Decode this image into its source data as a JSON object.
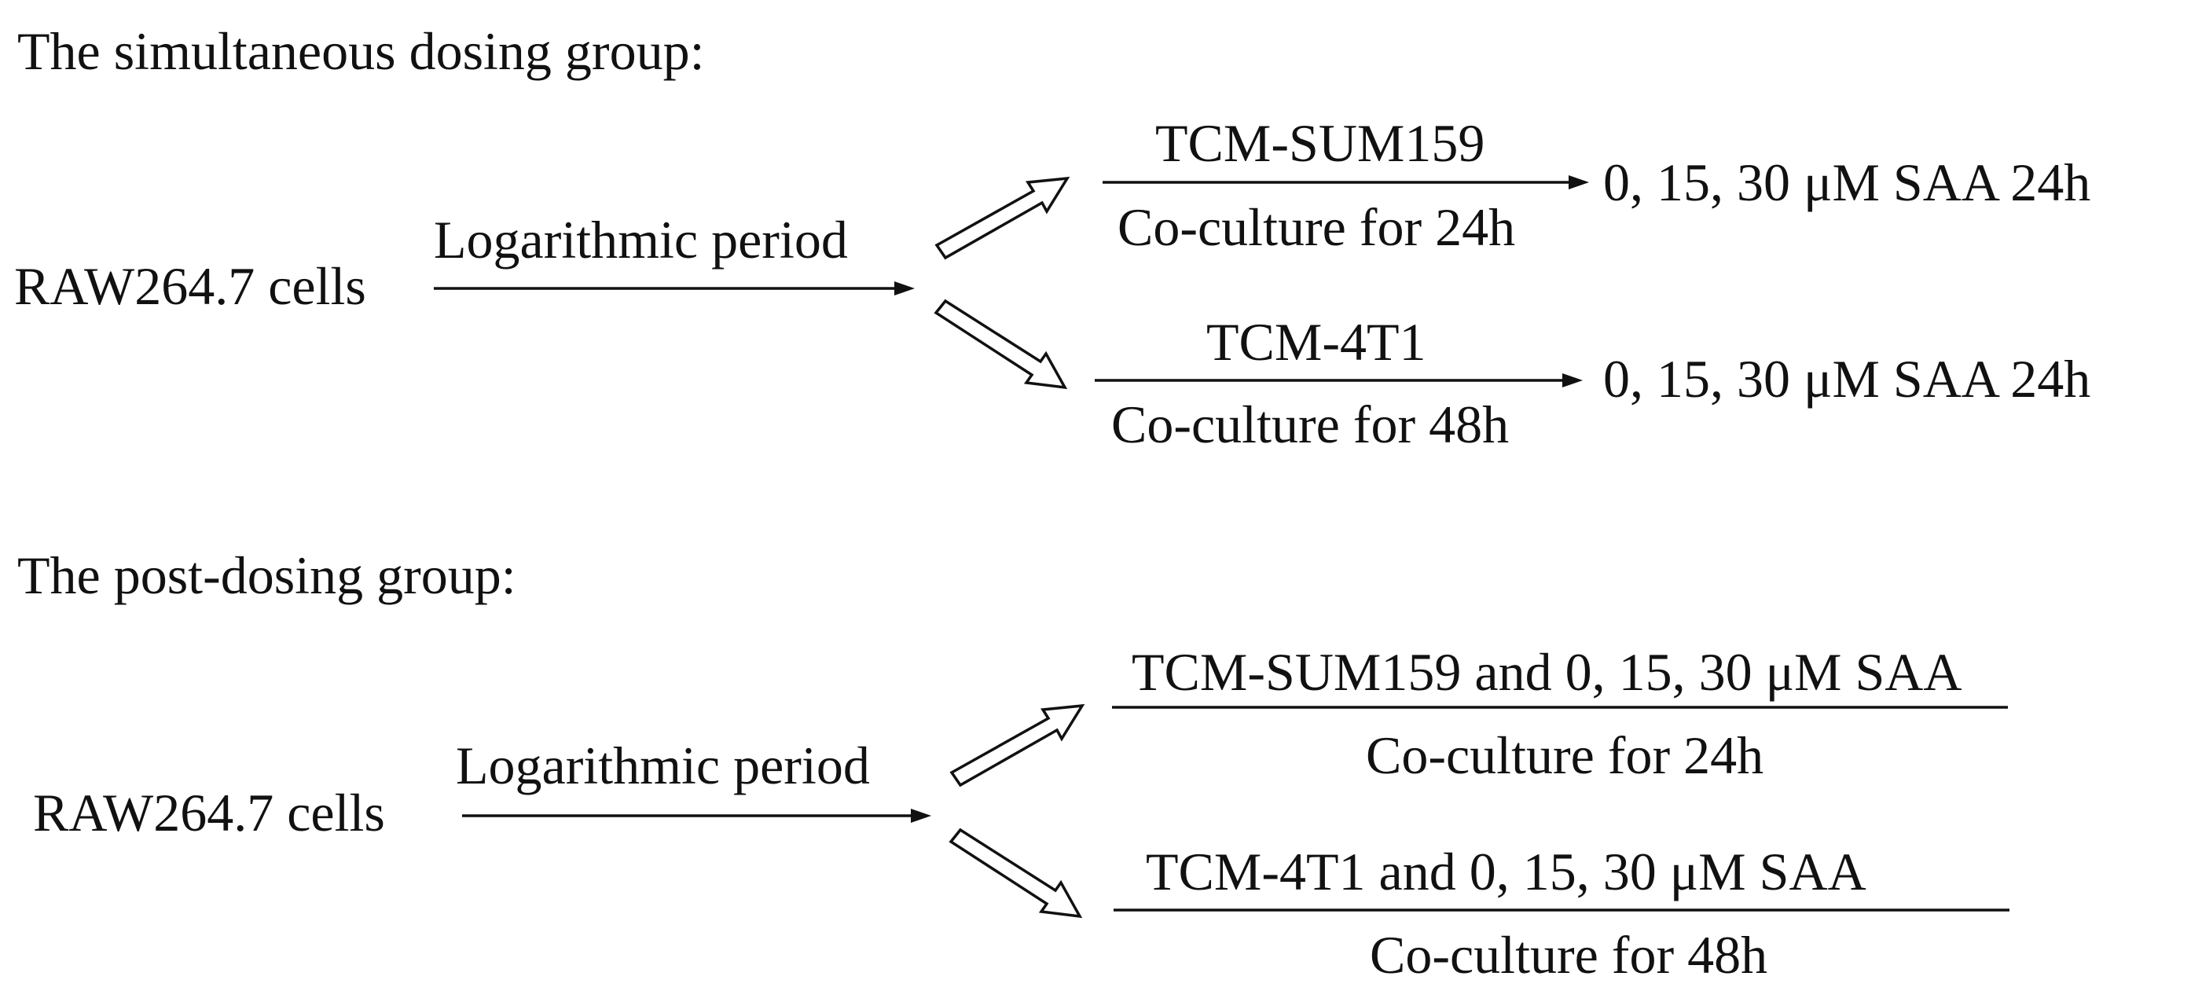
{
  "simultaneous": {
    "title": "The simultaneous dosing group:",
    "cells": "RAW264.7  cells",
    "phase": "Logarithmic period",
    "upper": {
      "top_label": "TCM-SUM159",
      "bottom_label": "Co-culture for 24h",
      "result": "0,   15,   30 μM SAA 24h"
    },
    "lower": {
      "top_label": "TCM-4T1",
      "bottom_label": "Co-culture for 48h",
      "result": "0,   15,   30 μM SAA 24h"
    }
  },
  "post": {
    "title": "The post-dosing group:",
    "cells": "RAW264.7  cells",
    "phase": "Logarithmic period",
    "upper": {
      "top_label": "TCM-SUM159 and 0, 15, 30 μM SAA",
      "bottom_label": "Co-culture for 24h"
    },
    "lower": {
      "top_label": "TCM-4T1 and 0, 15, 30 μM SAA",
      "bottom_label": "Co-culture for 48h"
    }
  }
}
